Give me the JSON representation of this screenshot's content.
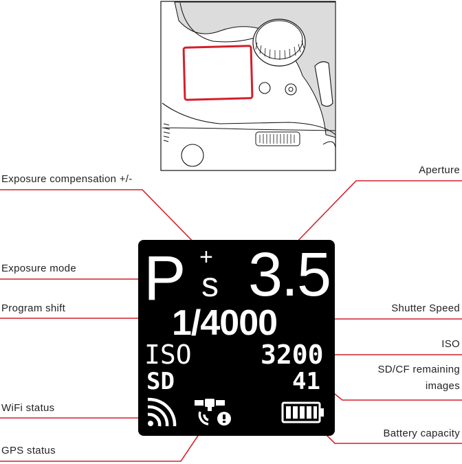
{
  "labels": {
    "exposure_compensation": "Exposure compensation +/-",
    "aperture": "Aperture",
    "exposure_mode": "Exposure mode",
    "program_shift": "Program shift",
    "shutter_speed": "Shutter Speed",
    "iso": "ISO",
    "sd_cf_line1": "SD/CF remaining",
    "sd_cf_line2": "images",
    "wifi_status": "WiFi status",
    "battery_capacity": "Battery capacity",
    "gps_status": "GPS status"
  },
  "display": {
    "mode": "P",
    "comp_sign": "+",
    "shift": "s",
    "aperture": "3.5",
    "shutter": "1/4000",
    "iso_label": "ISO",
    "iso_value": "3200",
    "card": "SD",
    "remaining": "41"
  },
  "colors": {
    "callout_line": "#d21f2b",
    "lcd_background": "#000000",
    "lcd_text": "#ffffff",
    "highlight_box": "#d21f2b"
  }
}
